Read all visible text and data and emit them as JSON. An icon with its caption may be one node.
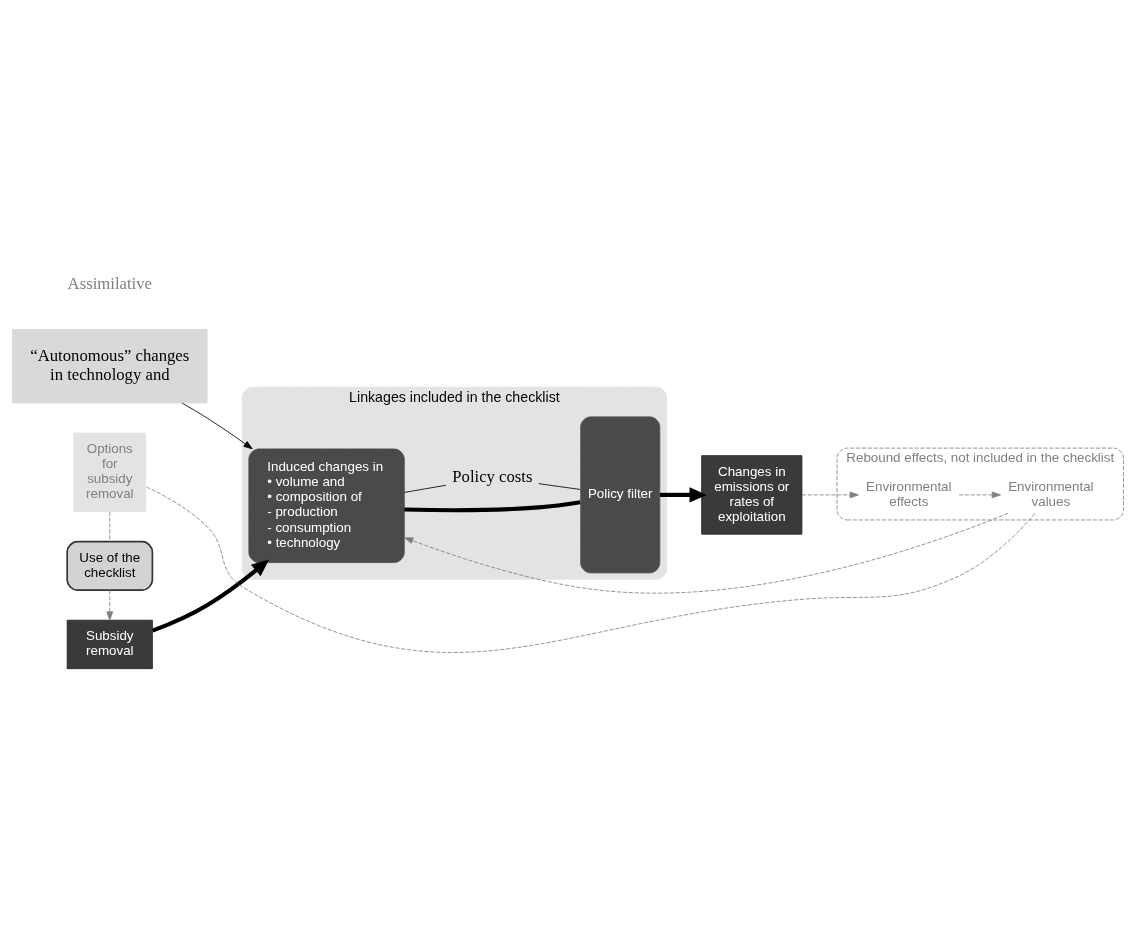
{
  "diagram": {
    "nodes": [
      {
        "text": [
          "“Autonomous” changes in technology and"
        ]
      },
      {
        "text": [
          "Linkages included in the checklist"
        ]
      },
      {
        "text": [
          "Subsidy removal"
        ]
      },
      {
        "text": [
          "Induced changes in",
          "• volume and",
          "• composition of",
          "- production",
          "- consumption",
          "• technology"
        ],
        "in": 1
      },
      {
        "text": [
          "Policy filter"
        ],
        "in": 1
      },
      {
        "text": [
          "Policy costs"
        ],
        "in": 1
      },
      {
        "text": [
          "Changes in emissions or rates of exploitation"
        ]
      },
      {
        "text": [
          "Use of the checklist"
        ]
      },
      {
        "text": [
          "Options for subsidy removal"
        ]
      },
      {
        "text": [
          "Rebound effects, not included in the checklist"
        ]
      },
      {
        "text": [
          "Environmental values"
        ],
        "in": 9
      },
      {
        "text": [
          "Environmental effects"
        ],
        "in": 9
      }
    ],
    "edges": [
      {
        "from": 0,
        "to": 3,
        "arrow": "to"
      },
      {
        "from": 2,
        "to": 3,
        "arrow": "to",
        "style": "thick"
      },
      {
        "from": 3,
        "to": 4,
        "arrow": "none",
        "style": "thick"
      },
      {
        "from": 4,
        "to": 6,
        "arrow": "to",
        "style": "thick"
      },
      {
        "from": 3,
        "to": 5,
        "arrow": "none"
      },
      {
        "from": 5,
        "to": 4,
        "arrow": "none"
      },
      {
        "from": 6,
        "to": 11,
        "arrow": "to",
        "style": "dashed",
        "color": "#808080"
      },
      {
        "from": 11,
        "to": 10,
        "arrow": "to",
        "style": "dashed",
        "color": "#808080"
      },
      {
        "from": 10,
        "to": 3,
        "arrow": "to",
        "style": "dashed",
        "color": "#808080"
      },
      {
        "from": 10,
        "to": 8,
        "arrow": "none",
        "style": "dashed",
        "color": "#808080"
      },
      {
        "from": 8,
        "to": 7,
        "arrow": "none",
        "style": "dashed",
        "color": "#808080"
      },
      {
        "from": 7,
        "to": 2,
        "arrow": "to",
        "style": "dashed",
        "color": "#808080"
      }
    ],
    "labels": [
      "Assimilative"
    ]
  }
}
